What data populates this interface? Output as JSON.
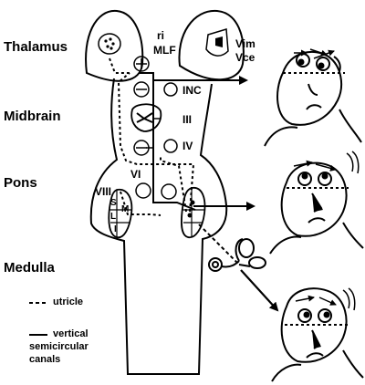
{
  "regions": {
    "thalamus": "Thalamus",
    "midbrain": "Midbrain",
    "pons": "Pons",
    "medulla": "Medulla"
  },
  "nuclei": {
    "riMLF_top": "ri",
    "riMLF_bottom": "MLF",
    "vim": "Vim",
    "vce": "Vce",
    "inc": "INC",
    "iii": "III",
    "iv": "IV",
    "vi": "VI",
    "viii": "VIII",
    "s": "S",
    "l": "L",
    "m": "M",
    "i": "I"
  },
  "legend": {
    "utricle_label": "utricle",
    "vertical_line1": "vertical",
    "vertical_line2": "semicircular",
    "vertical_line3": "canals"
  }
}
